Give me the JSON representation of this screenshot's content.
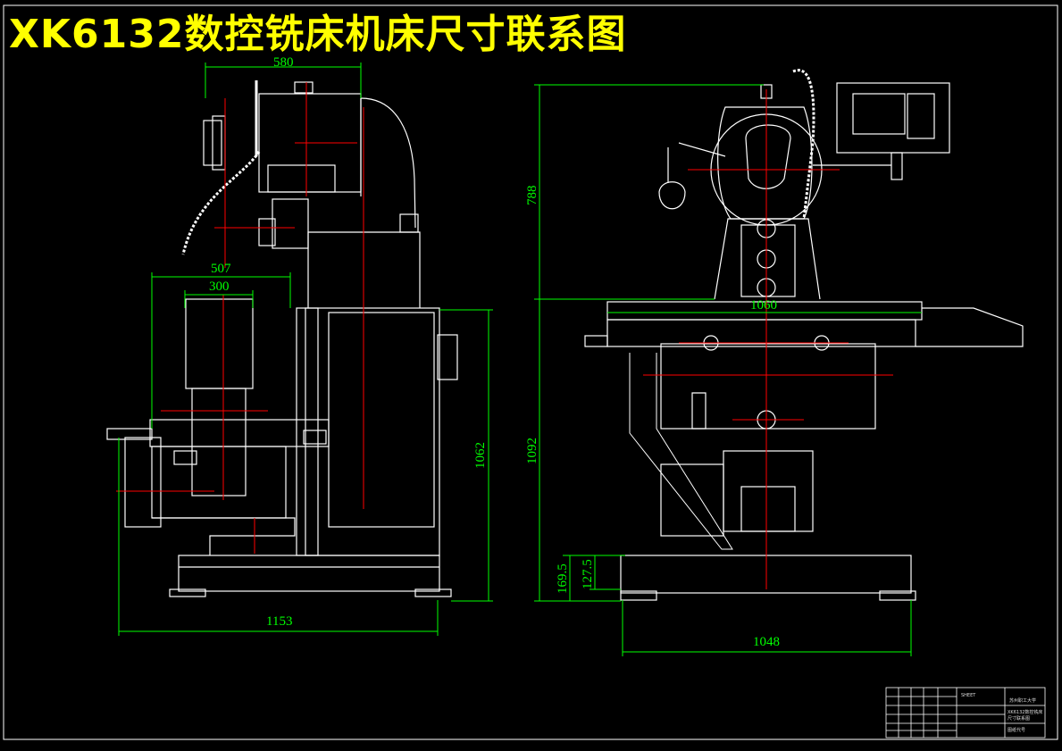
{
  "title": "XK6132数控铣床机床尺寸联系图",
  "dimensions": {
    "side_head_width": "580",
    "side_table_width": "507",
    "side_slide_width": "300",
    "side_base_height": "1062",
    "side_overall_length": "1153",
    "front_upper_height": "788",
    "front_lower_height": "1092",
    "front_table_length": "1060",
    "front_base_width": "1048",
    "front_base_height_a": "169.5",
    "front_base_height_b": "127.5"
  },
  "title_block": {
    "school": "苏州职工大学",
    "sheet_no": "SHEET",
    "drawing_name_1": "XK6132数控铣床",
    "drawing_name_2": "尺寸联系图",
    "drawing_code": "图纸代号"
  },
  "colors": {
    "outline": "#ffffff",
    "dimension": "#00ff00",
    "centerline": "#ff0000",
    "title": "#ffff00"
  }
}
